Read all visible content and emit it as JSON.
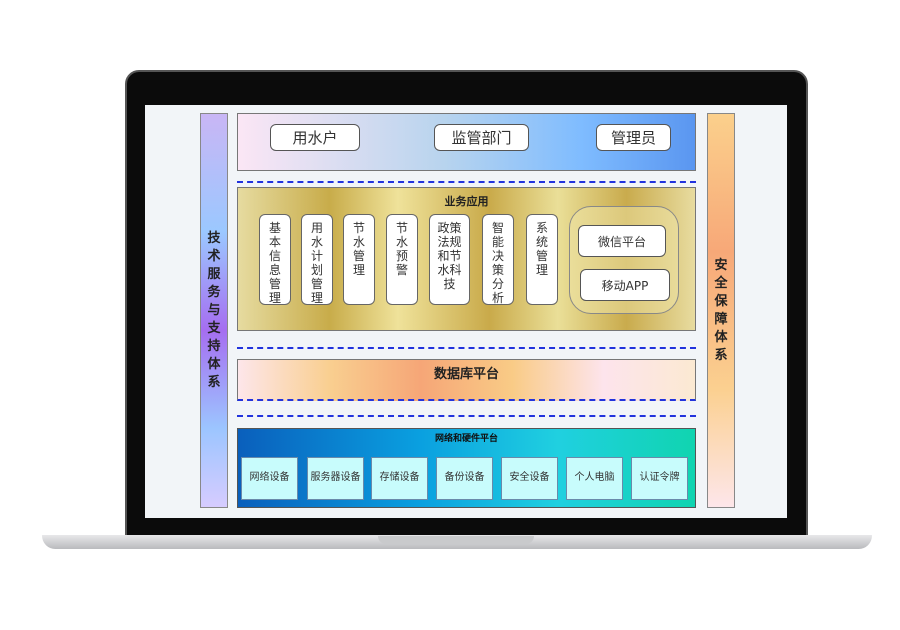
{
  "left_bar": "技术服务与支持体系",
  "right_bar": "安全保障体系",
  "users": [
    "用水户",
    "监管部门",
    "管理员"
  ],
  "business": {
    "title": "业务应用",
    "modules": [
      "基本信息管理",
      "用水计划管理",
      "节水管理",
      "节水预警",
      "政策法规和节水科技",
      "智能决策分析",
      "系统管理"
    ],
    "channels": [
      "微信平台",
      "移动APP"
    ]
  },
  "database": "数据库平台",
  "network": {
    "title": "网络和硬件平台",
    "devices": [
      "网络设备",
      "服务器设备",
      "存储设备",
      "备份设备",
      "安全设备",
      "个人电脑",
      "认证令牌"
    ]
  }
}
